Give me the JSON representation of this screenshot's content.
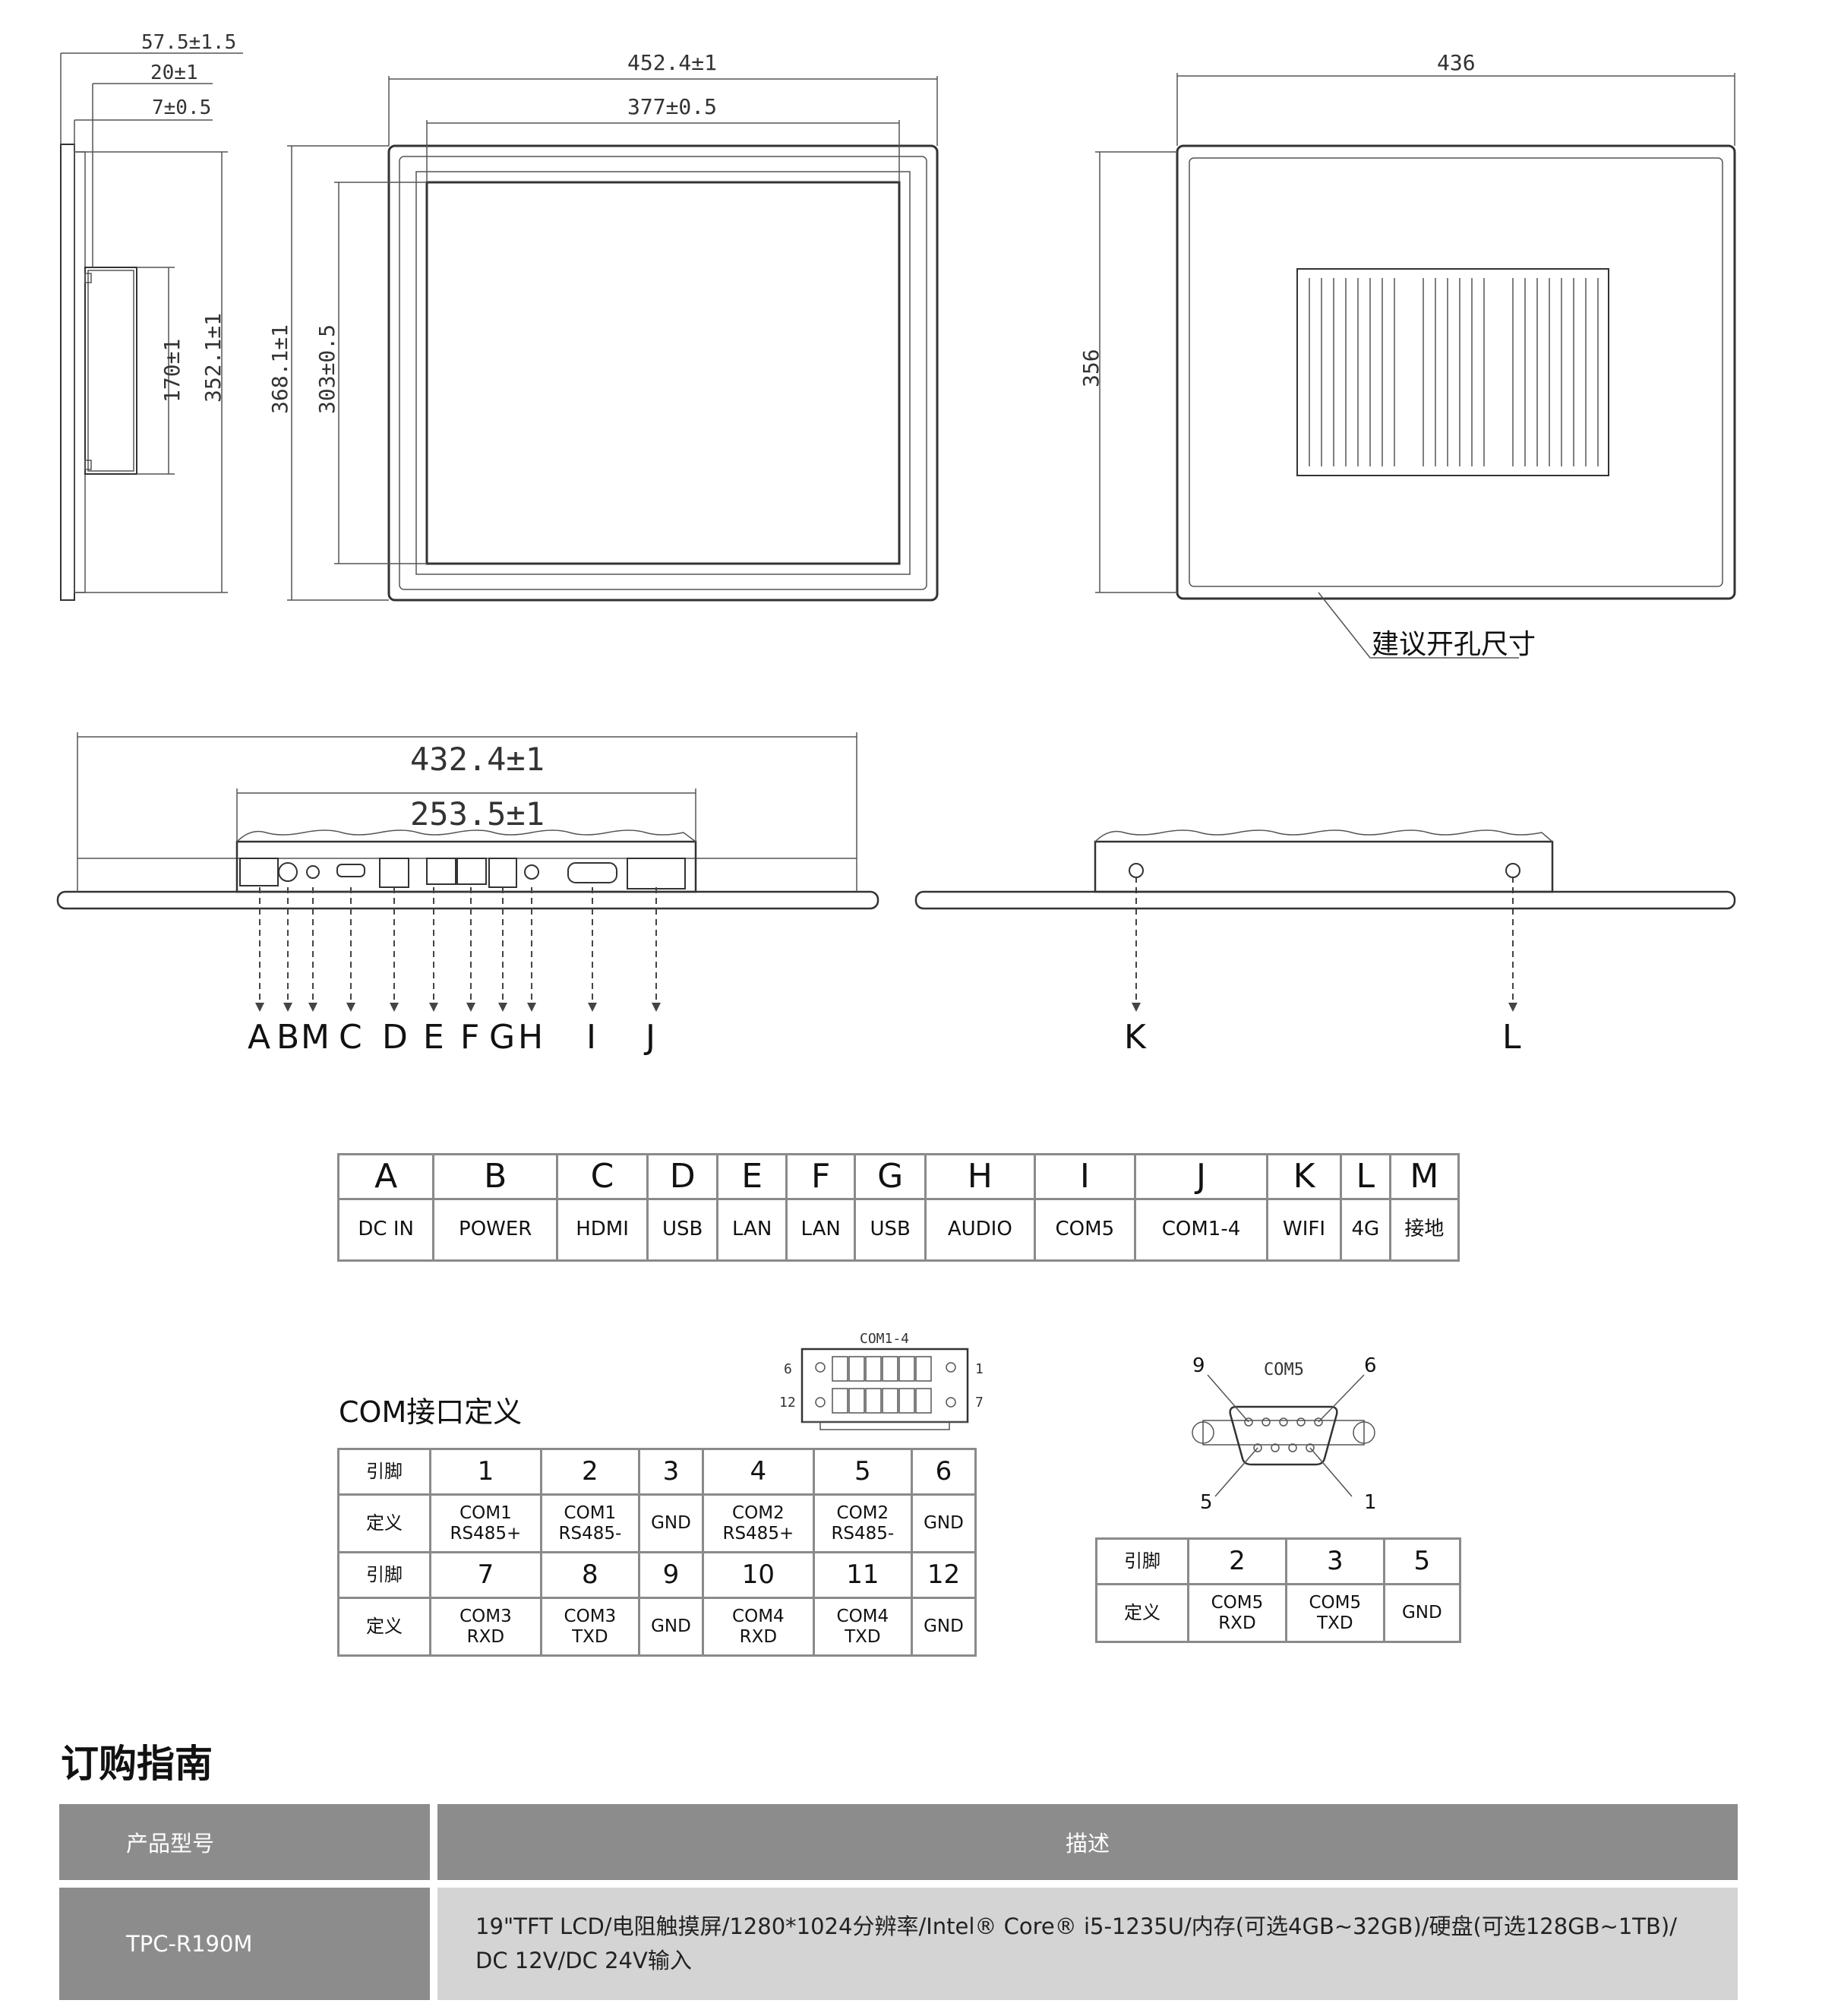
{
  "dimensions": {
    "side": [
      "57.5±1.5",
      "20±1",
      "7±0.5",
      "170±1",
      "352.1±1"
    ],
    "front": [
      "452.4±1",
      "377±0.5",
      "368.1±1",
      "303±0.5"
    ],
    "cutout": [
      "436",
      "356"
    ],
    "cutout_note": "建议开孔尺寸",
    "bottom": [
      "432.4±1",
      "253.5±1"
    ]
  },
  "callouts_left": [
    "A",
    "B",
    "M",
    "C",
    "D",
    "E",
    "F",
    "G",
    "H",
    "I",
    "J"
  ],
  "callouts_right": [
    "K",
    "L"
  ],
  "port_table": {
    "letters": [
      "A",
      "B",
      "C",
      "D",
      "E",
      "F",
      "G",
      "H",
      "I",
      "J",
      "K",
      "L",
      "M"
    ],
    "names": [
      "DC IN",
      "POWER",
      "HDMI",
      "USB",
      "LAN",
      "LAN",
      "USB",
      "AUDIO",
      "COM5",
      "COM1-4",
      "WIFI",
      "4G",
      "接地"
    ]
  },
  "com_section": {
    "title": "COM接口定义",
    "com14_label": "COM1-4",
    "com14_pins": [
      "6",
      "1",
      "12",
      "7"
    ],
    "com5_label": "COM5",
    "com5_pins": [
      "9",
      "6",
      "5",
      "1"
    ]
  },
  "com14_table": {
    "row1_label": "引脚",
    "row1": [
      "1",
      "2",
      "3",
      "4",
      "5",
      "6"
    ],
    "row2_label": "定义",
    "row2": [
      [
        "COM1",
        "RS485+"
      ],
      [
        "COM1",
        "RS485-"
      ],
      [
        "GND"
      ],
      [
        "COM2",
        "RS485+"
      ],
      [
        "COM2",
        "RS485-"
      ],
      [
        "GND"
      ]
    ],
    "row3_label": "引脚",
    "row3": [
      "7",
      "8",
      "9",
      "10",
      "11",
      "12"
    ],
    "row4_label": "定义",
    "row4": [
      [
        "COM3",
        "RXD"
      ],
      [
        "COM3",
        "TXD"
      ],
      [
        "GND"
      ],
      [
        "COM4",
        "RXD"
      ],
      [
        "COM4",
        "TXD"
      ],
      [
        "GND"
      ]
    ]
  },
  "com5_table": {
    "row1_label": "引脚",
    "row1": [
      "2",
      "3",
      "5"
    ],
    "row2_label": "定义",
    "row2": [
      [
        "COM5",
        "RXD"
      ],
      [
        "COM5",
        "TXD"
      ],
      [
        "GND"
      ]
    ]
  },
  "ordering": {
    "title": "订购指南",
    "header_model": "产品型号",
    "header_desc": "描述",
    "model": "TPC-R190M",
    "desc_line1": "19\"TFT LCD/电阻触摸屏/1280*1024分辨率/Intel® Core® i5-1235U/内存(可选4GB~32GB)/硬盘(可选128GB~1TB)/",
    "desc_line2": "DC 12V/DC 24V输入"
  }
}
